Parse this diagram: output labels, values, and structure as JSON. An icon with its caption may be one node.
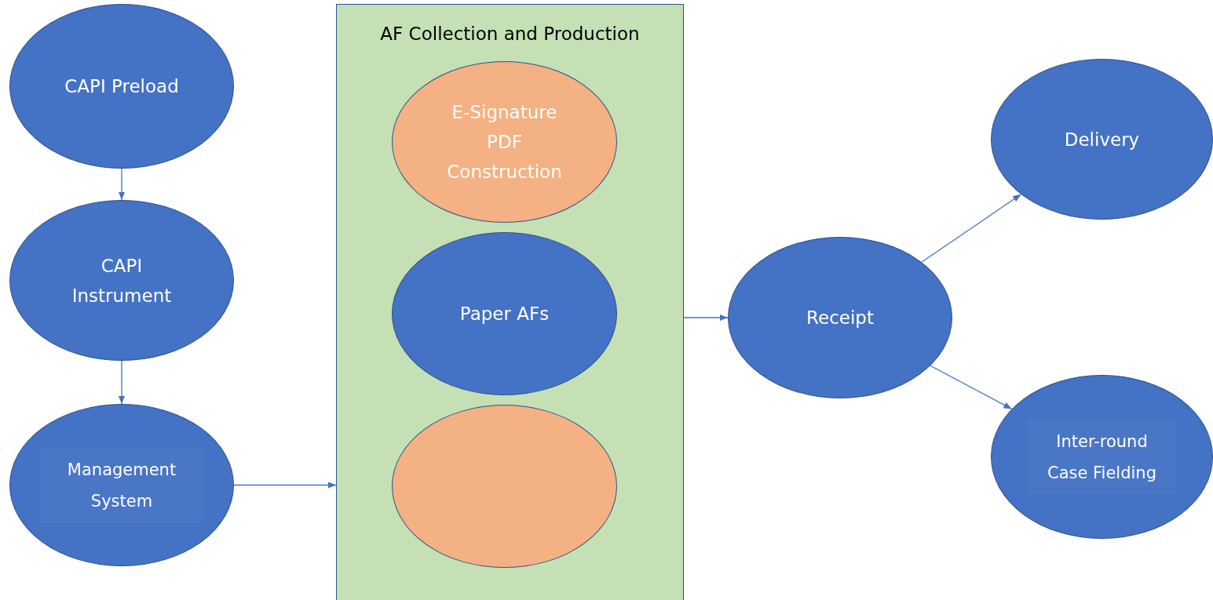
{
  "diagram": {
    "nodes": [
      {
        "text": [
          "CAPI Preload"
        ]
      },
      {
        "text": [
          "CAPI Instrument"
        ]
      },
      {
        "text": [
          "Management System"
        ]
      },
      {
        "text": [
          "AF Collection and Production"
        ]
      },
      {
        "text": [
          "E-Signature PDF Construction"
        ],
        "in": 3
      },
      {
        "text": [
          "Paper AFs"
        ],
        "in": 3
      },
      {
        "text": [],
        "shape": "ellipse",
        "in": 3
      },
      {
        "text": [
          "Receipt"
        ]
      },
      {
        "text": [
          "Delivery"
        ]
      },
      {
        "text": [
          "Inter-round Case Fielding"
        ]
      }
    ],
    "edges": [
      {
        "from": 0,
        "to": 1,
        "arrow": "to"
      },
      {
        "from": 1,
        "to": 2,
        "arrow": "to"
      },
      {
        "from": 2,
        "to": 3,
        "arrow": "to"
      },
      {
        "from": 3,
        "to": 7,
        "arrow": "to"
      },
      {
        "from": 7,
        "to": 8,
        "arrow": "to"
      },
      {
        "from": 7,
        "to": 9,
        "arrow": "to"
      }
    ]
  }
}
